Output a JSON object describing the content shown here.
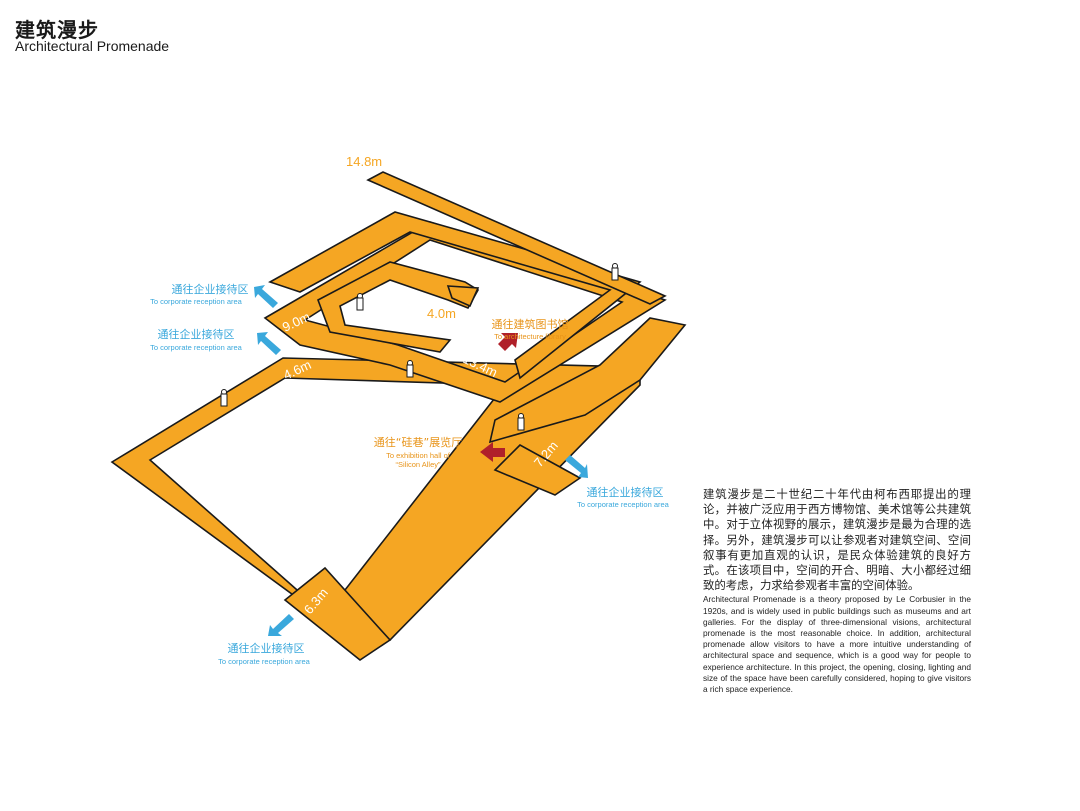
{
  "header": {
    "title_cn": "建筑漫步",
    "title_en": "Architectural Promenade"
  },
  "dimensions": {
    "d1": "14.8m",
    "d2": "9.0m",
    "d3": "4.0m",
    "d4": "4.6m",
    "d5": "13.4m",
    "d6": "7.2m",
    "d7": "6.3m"
  },
  "labels": {
    "reception_1": {
      "cn": "通往企业接待区",
      "en": "To corporate reception area"
    },
    "reception_2": {
      "cn": "通往企业接待区",
      "en": "To corporate reception area"
    },
    "reception_3": {
      "cn": "通往企业接待区",
      "en": "To corporate reception area"
    },
    "reception_4": {
      "cn": "通往企业接待区",
      "en": "To corporate reception area"
    },
    "library": {
      "cn": "通往建筑图书馆",
      "en": "To architecture library"
    },
    "exhibition": {
      "cn": "通往“硅巷”展览厅",
      "en1": "To exhibition hall of",
      "en2": "“Silicon Alley”"
    }
  },
  "description": {
    "cn": "建筑漫步是二十世纪二十年代由柯布西耶提出的理论，并被广泛应用于西方博物馆、美术馆等公共建筑中。对于立体视野的展示，建筑漫步是最为合理的选择。另外，建筑漫步可以让参观者对建筑空间、空间叙事有更加直观的认识，是民众体验建筑的良好方式。在该项目中，空间的开合、明暗、大小都经过细致的考虑，力求给参观者丰富的空间体验。",
    "en": "Architectural Promenade is a theory proposed by Le Corbusier in the 1920s, and is widely used in public buildings such as museums and art galleries. For the display of three-dimensional visions, architectural promenade is the most reasonable choice. In addition, architectural promenade allow visitors to have a more intuitive understanding of architectural space and sequence, which is a good way for people to experience architecture. In this project, the opening, closing, lighting and size of the space have been carefully considered, hoping to give visitors a rich space experience."
  },
  "colors": {
    "path_fill": "#F5A623",
    "path_stroke": "#1a1a1a",
    "dimension_text": "#F5A623",
    "blue_arrow": "#3AA8DC",
    "red_arrow": "#B0202A",
    "orange_label": "#E8941A"
  }
}
